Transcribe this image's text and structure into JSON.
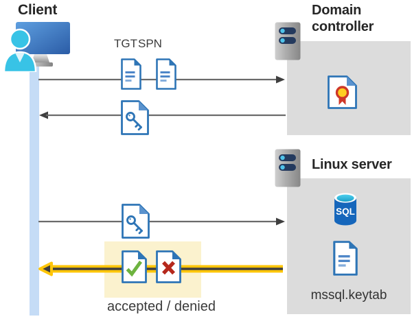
{
  "labels": {
    "client": "Client",
    "domain_controller": "Domain controller",
    "linux_server": "Linux server",
    "tgt": "TGT",
    "spn": "SPN",
    "sql": "SQL",
    "keytab_file": "mssql.keytab",
    "result": "accepted / denied"
  },
  "icons": {
    "client": "user-workstation-icon",
    "domain_controller": "server-icon",
    "linux_server": "server-icon",
    "tgt": "document-icon",
    "spn": "document-icon",
    "session_key": "key-document-icon",
    "service_key": "key-document-icon",
    "certificate": "certificate-document-icon",
    "database": "sql-database-icon",
    "keytab": "document-icon",
    "accepted": "check-document-icon",
    "denied": "cross-document-icon"
  },
  "colors": {
    "doc_border_blue": "#2E75B6",
    "doc_fold_light": "#5B93CE",
    "doc_line_blue": "#4E86C8",
    "doc_line_light": "#85AEDC",
    "panel_gray": "#DCDCDC",
    "timeline_blue": "#C5DCF6",
    "arrow_gray": "#6A6A6A",
    "arrow_head_dark": "#3F3F3F",
    "highlight_fill": "#FBF2CE",
    "highlight_arrow_yellow": "#FFC60A",
    "check_green": "#6DB33F",
    "cross_red": "#B5281C",
    "cert_red": "#CE3728",
    "cert_yellow": "#FFCE21",
    "sql_body_blue": "#1566BB",
    "sql_top_cyan": "#49CBEA",
    "server_pill_navy": "#243A5E",
    "server_dot_cyan": "#4FC3EA",
    "monitor_blue": "#2B5CA6",
    "person_cyan": "#38C3E6",
    "heading_text": "#262626",
    "body_text": "#3A3A3A"
  }
}
